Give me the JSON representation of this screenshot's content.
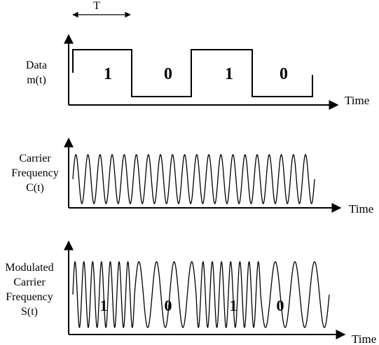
{
  "period_label": "T",
  "panel_data": {
    "label_line1": "Data",
    "label_line2": "m(t)",
    "xaxis": "Time"
  },
  "panel_carrier": {
    "label_line1": "Carrier",
    "label_line2": "Frequency",
    "label_line3": "C(t)",
    "xaxis": "Time"
  },
  "panel_modulated": {
    "label_line1": "Modulated",
    "label_line2": "Carrier",
    "label_line3": "Frequency",
    "label_line4": "S(t)",
    "xaxis": "Time"
  },
  "bits": [
    "1",
    "0",
    "1",
    "0"
  ],
  "carrier_cycles": 20,
  "modulated_cycles_per_bit": {
    "1": 7,
    "0": 3.5
  }
}
